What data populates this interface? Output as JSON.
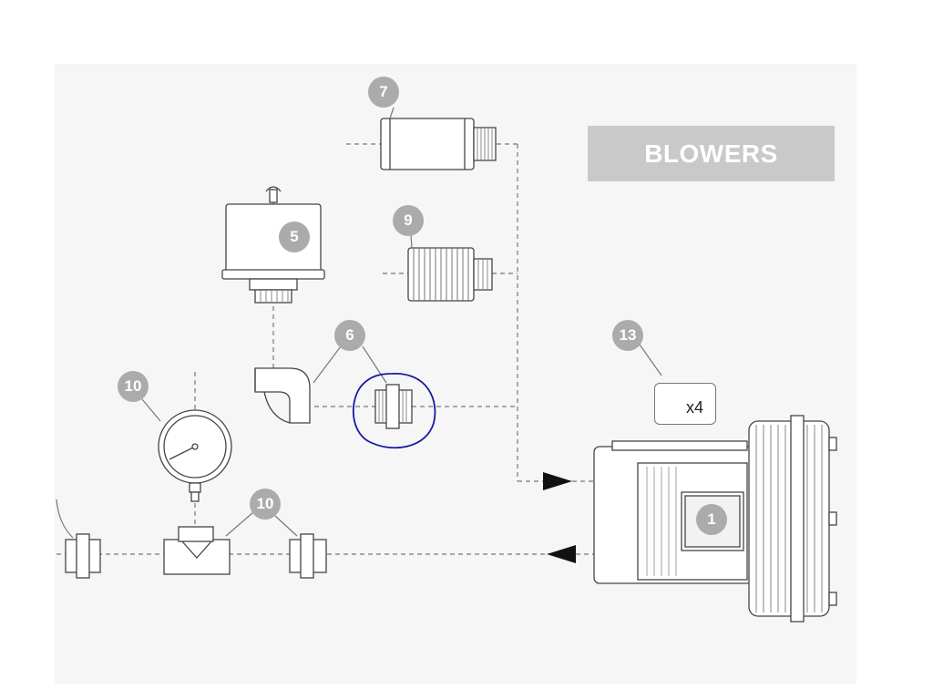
{
  "title": "BLOWERS",
  "callouts": [
    {
      "id": "b1",
      "label": "1"
    },
    {
      "id": "b5",
      "label": "5"
    },
    {
      "id": "b6",
      "label": "6"
    },
    {
      "id": "b7",
      "label": "7"
    },
    {
      "id": "b9",
      "label": "9"
    },
    {
      "id": "b10a",
      "label": "10"
    },
    {
      "id": "b10b",
      "label": "10"
    },
    {
      "id": "b13",
      "label": "13"
    }
  ],
  "quantity": "x4",
  "colors": {
    "line": "#555555",
    "badge": "#ababab",
    "title_band": "#c9c9c9",
    "highlight": "#1a1aa0"
  }
}
